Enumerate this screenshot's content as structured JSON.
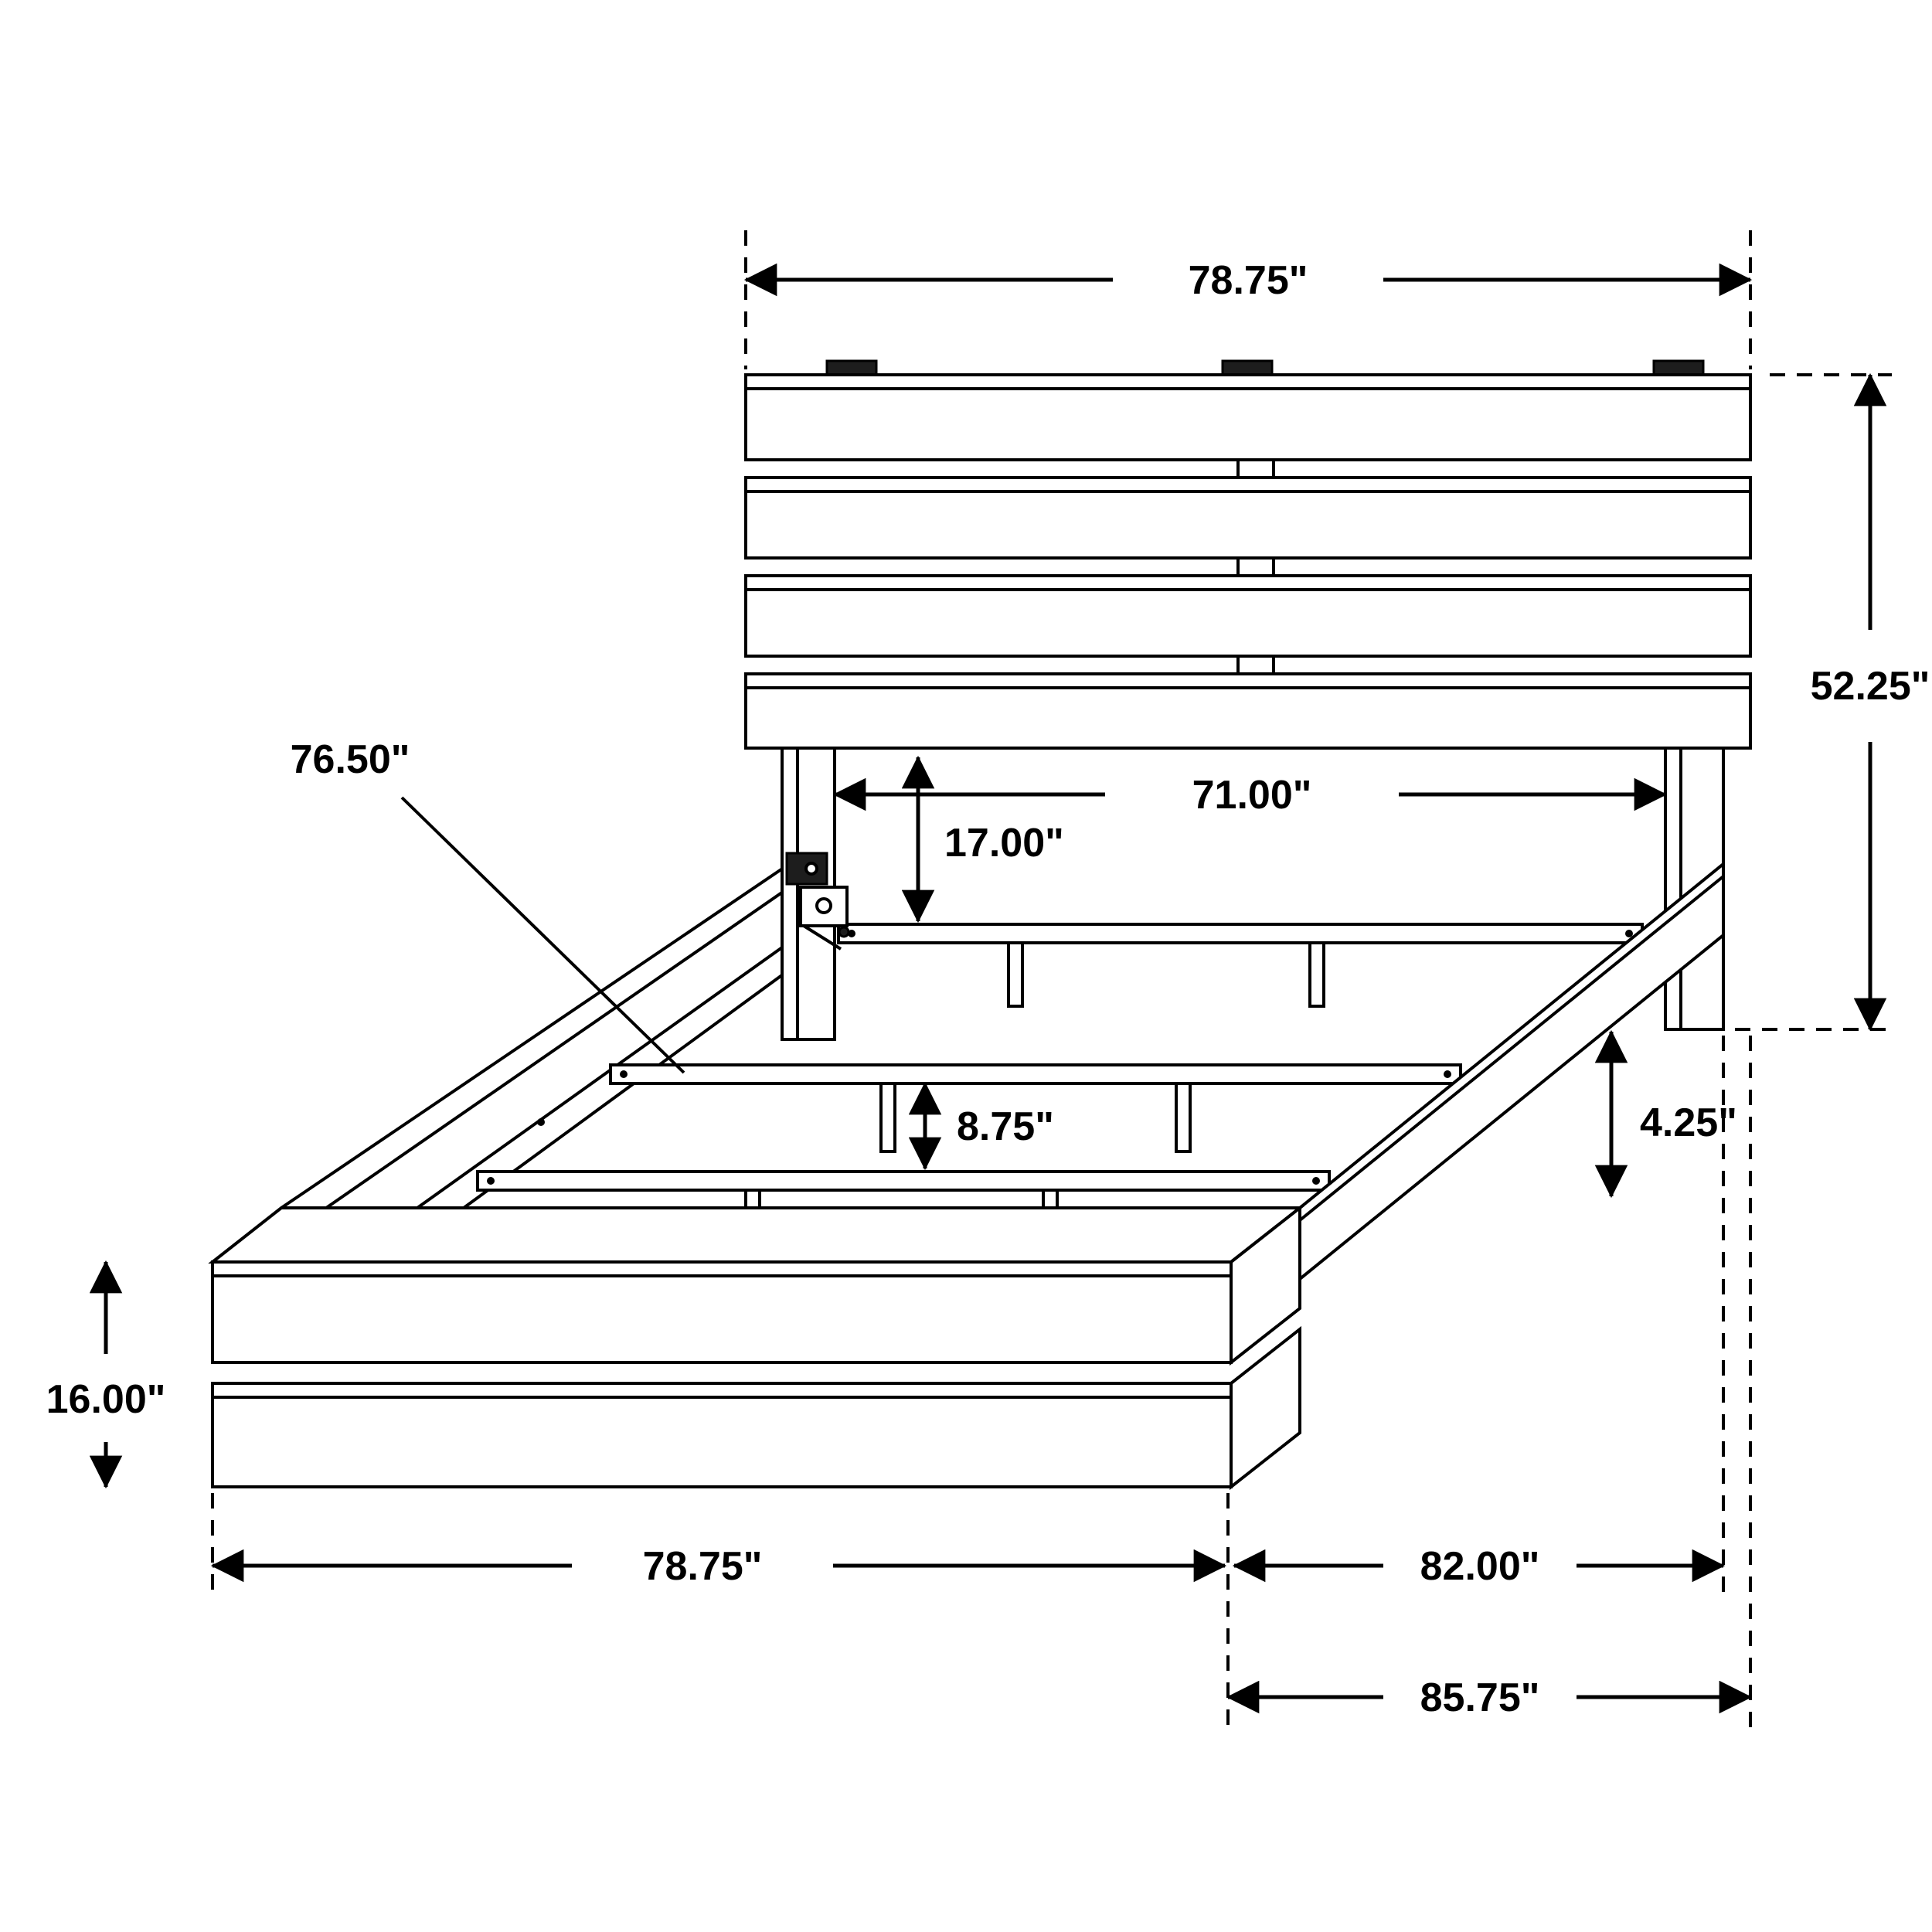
{
  "page": {
    "background": "#ffffff",
    "line_color": "#000000"
  },
  "diagram": {
    "type": "technical-drawing",
    "subject": "platform bed frame with plank headboard, slat rails and dimension annotations",
    "labels": {
      "headboard_width_top": "78.75\"",
      "headboard_height": "52.25\"",
      "slat_rail_length": "76.50\"",
      "headboard_inner_width": "71.00\"",
      "headboard_to_rail": "17.00\"",
      "support_leg_height": "8.75\"",
      "rail_floor_clearance": "4.25\"",
      "footboard_height": "16.00\"",
      "footboard_width": "78.75\"",
      "frame_length": "82.00\"",
      "overall_length": "85.75\""
    }
  }
}
